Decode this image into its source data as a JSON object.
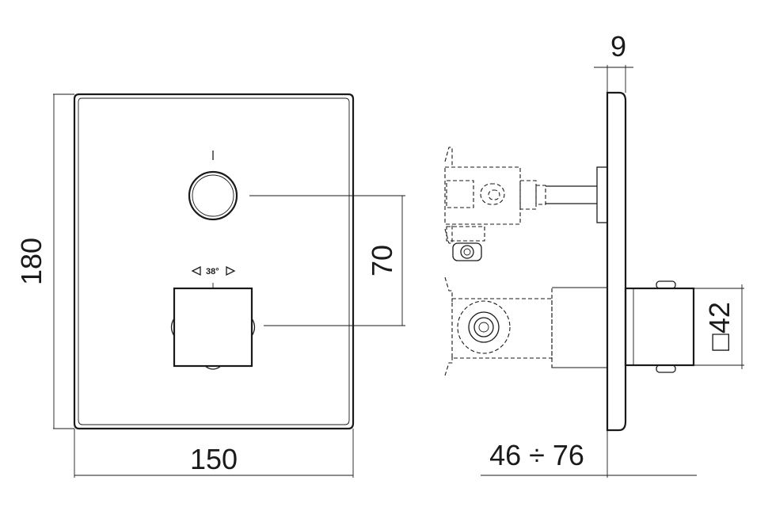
{
  "dimensions": {
    "height": "180",
    "width": "150",
    "spacing": "70",
    "plate_thickness": "9",
    "depth_range": "46 ÷ 76",
    "knob_size": "□42"
  },
  "labels": {
    "handle_mark": "I",
    "rotation_angle": "38°"
  }
}
